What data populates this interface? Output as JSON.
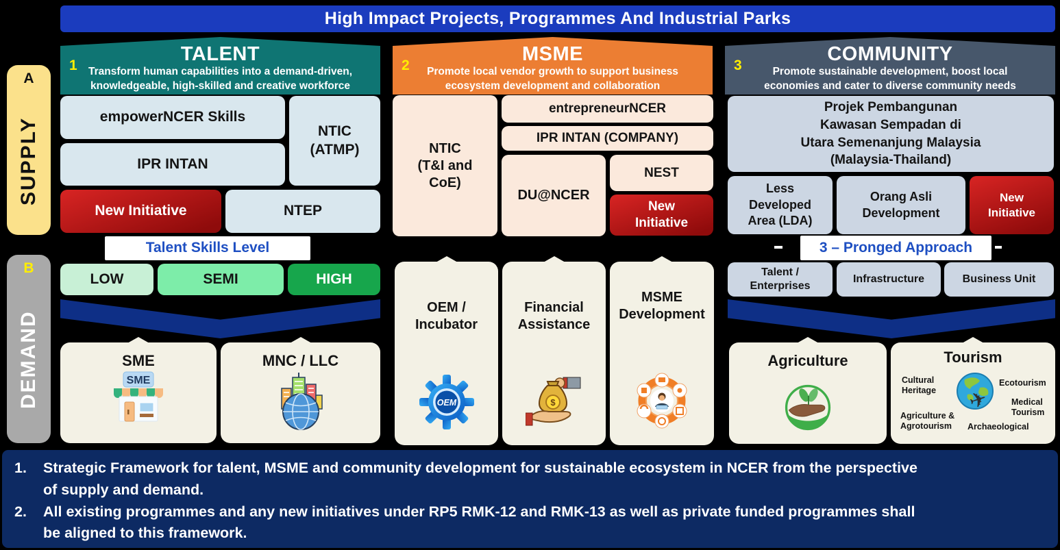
{
  "colors": {
    "banner_blue": "#1b3cbe",
    "teal": "#0f7573",
    "orange": "#ec7e33",
    "slate": "#47576b",
    "light_blue": "#d9e7ee",
    "peach": "#fbe9dc",
    "gray_blue": "#ccd6e3",
    "cream": "#f3f1e5",
    "red_grad_light": "#d42322",
    "red_grad_dark": "#8f0b0b",
    "navy_notes": "#0d2a63",
    "chevron_blue": "#0e2f86",
    "supply_yellow": "#fbe18b",
    "demand_gray": "#a9a9a9",
    "label_blue": "#1e4fc2",
    "green_low": "#c8f0d6",
    "green_semi": "#7deda9",
    "green_high": "#17a64c",
    "number_yellow": "#ffee00"
  },
  "icons": {
    "plane": "✈"
  },
  "banner": {
    "title": "High Impact Projects, Programmes And Industrial Parks"
  },
  "sidebar": {
    "supply": {
      "letter": "A",
      "label": "SUPPLY"
    },
    "demand": {
      "letter": "B",
      "label": "DEMAND"
    }
  },
  "talent": {
    "number": "1",
    "title": "TALENT",
    "subtitle": "Transform human capabilities into a demand-driven,\nknowledgeable, high-skilled and creative workforce",
    "supply": {
      "empower": "empowerNCER Skills",
      "ntic_atmp": "NTIC\n(ATMP)",
      "ipr_intan": "IPR INTAN",
      "new_initiative": "New Initiative",
      "ntep": "NTEP",
      "skills_label": "Talent Skills Level",
      "levels": [
        {
          "label": "LOW"
        },
        {
          "label": "SEMI"
        },
        {
          "label": "HIGH"
        }
      ]
    },
    "demand": {
      "sme_title": "SME",
      "sme_sign": "SME",
      "mnc_title": "MNC / LLC"
    }
  },
  "msme": {
    "number": "2",
    "title": "MSME",
    "subtitle": "Promote local vendor growth to support business\necosystem development and collaboration",
    "supply": {
      "ntic_tni": "NTIC\n(T&I and\nCoE)",
      "entrepreneur": "entrepreneurNCER",
      "ipr_company": "IPR INTAN (COMPANY)",
      "du_ncer": "DU@NCER",
      "nest": "NEST",
      "new_initiative": "New\nInitiative"
    },
    "demand": {
      "oem": "OEM /\nIncubator",
      "oem_gear_text": "OEM",
      "financial": "Financial\nAssistance",
      "coin_symbol": "$",
      "development": "MSME\nDevelopment"
    }
  },
  "community": {
    "number": "3",
    "title": "COMMUNITY",
    "subtitle": "Promote sustainable development, boost local\neconomies and cater to diverse community needs",
    "supply": {
      "projek": "Projek Pembangunan\nKawasan Sempadan di\nUtara Semenanjung Malaysia\n(Malaysia-Thailand)",
      "lda": "Less\nDeveloped\nArea (LDA)",
      "orang_asli": "Orang Asli\nDevelopment",
      "new_initiative": "New\nInitiative",
      "approach_label": "3 – Pronged Approach",
      "prongs": [
        {
          "label": "Talent /\nEnterprises"
        },
        {
          "label": "Infrastructure"
        },
        {
          "label": "Business Unit"
        }
      ]
    },
    "demand": {
      "agriculture": "Agriculture",
      "tourism": "Tourism",
      "items": {
        "cultural": "Cultural\nHeritage",
        "eco": "Ecotourism",
        "medical": "Medical\nTourism",
        "agro": "Agriculture &\nAgrotourism",
        "arch": "Archaeological"
      }
    }
  },
  "notes": [
    {
      "num": "1.",
      "text": "Strategic Framework for talent, MSME and community development for sustainable ecosystem in NCER from the perspective\nof supply and demand."
    },
    {
      "num": "2.",
      "text": "All existing programmes and any new initiatives under RP5 RMK-12 and RMK-13 as well as private funded programmes shall\nbe aligned to this framework."
    }
  ]
}
